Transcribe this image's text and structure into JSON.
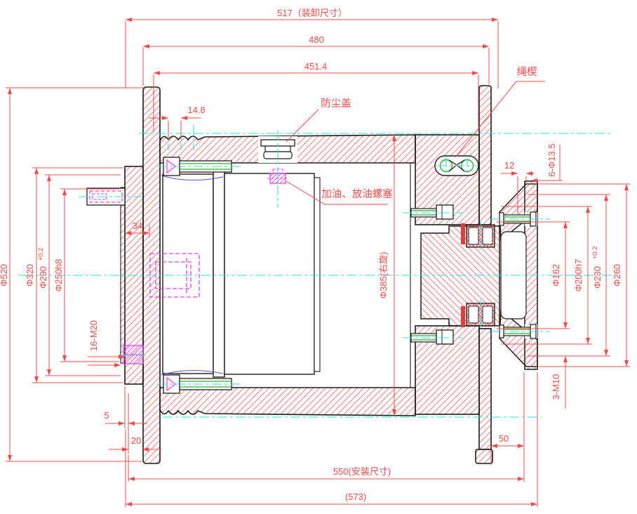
{
  "dims": {
    "overall_handling": "517（装卸尺寸）",
    "flange_span": "480",
    "drum_length": "451.4",
    "groove_pitch": "14.8",
    "flange_od": "Φ520",
    "hub_od": "Φ320",
    "hub_step_base": "Φ290",
    "hub_step_tol": "+0.2",
    "spigot_dia": "Φ250h8",
    "bolts_left": "16-M20",
    "hub_offset": "34",
    "face_gap": "5",
    "rim_width": "20",
    "mounting_span": "550(安装尺寸)",
    "overall_length": "(573)",
    "lip_width": "12",
    "bolt_holes_right": "6-Φ13.5",
    "bore_dia": "Φ162",
    "seat_dia": "Φ200h7",
    "bolt_circle_base": "Φ230",
    "bolt_circle_tol": "+0.2",
    "flange_right_od": "Φ260",
    "studs_right": "3-M10",
    "foot_offset": "50",
    "drum_groove_dia": "Φ385(右旋)"
  },
  "labels": {
    "dust_cover": "防尘盖",
    "oil_plug": "加油、放油螺塞",
    "rope_wedge": "绳楔"
  },
  "colors": {
    "outline": "#1c1c1c",
    "dimension": "#f54a4a",
    "hatch": "#f96b6b",
    "centerline": "#2ee0e0",
    "hidden": "#e93ee9",
    "fastener": "#2fae2f",
    "chamfer": "#5050e0",
    "background": "#ffffff"
  }
}
